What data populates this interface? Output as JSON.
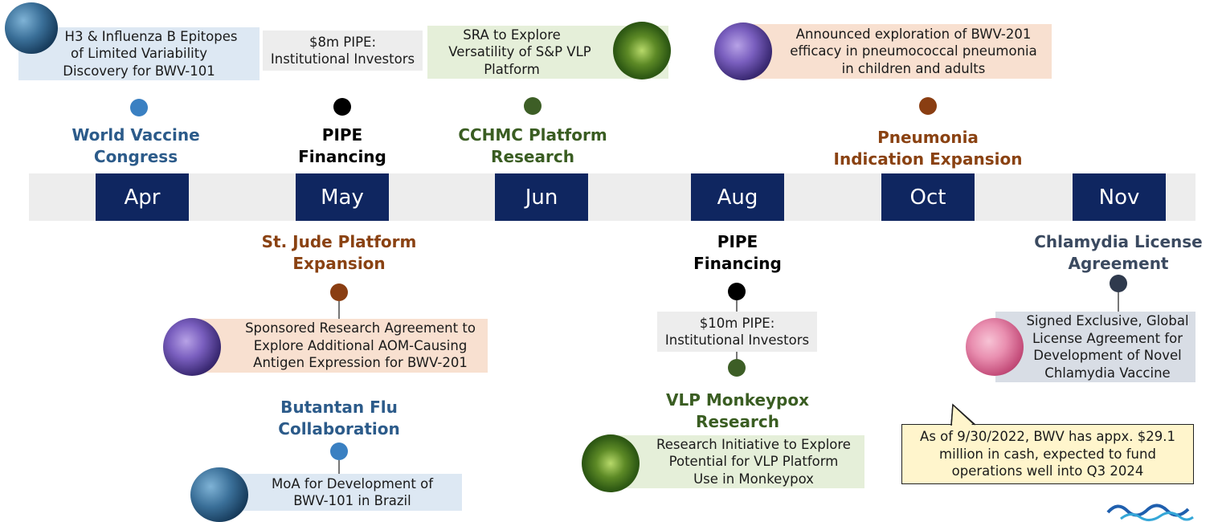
{
  "months": [
    "Apr",
    "May",
    "Jun",
    "Aug",
    "Oct",
    "Nov"
  ],
  "events": {
    "world_vaccine": {
      "title": [
        "World Vaccine",
        "Congress"
      ],
      "desc": [
        "H3 & Influenza B Epitopes",
        "of Limited Variability",
        "Discovery for BWV-101"
      ]
    },
    "pipe_may": {
      "title": [
        "PIPE",
        "Financing"
      ],
      "desc": [
        "$8m PIPE:",
        "Institutional Investors"
      ]
    },
    "cchmc": {
      "title": [
        "CCHMC Platform",
        "Research"
      ],
      "desc": [
        "SRA to Explore",
        "Versatility of S&P VLP",
        "Platform"
      ]
    },
    "pneumonia": {
      "title": [
        "Pneumonia",
        "Indication Expansion"
      ],
      "desc": [
        "Announced exploration of BWV-201",
        "efficacy in pneumococcal pneumonia",
        "in children and adults"
      ]
    },
    "st_jude": {
      "title": [
        "St. Jude Platform",
        "Expansion"
      ],
      "desc": [
        "Sponsored Research Agreement to",
        "Explore Additional AOM-Causing",
        "Antigen Expression for BWV-201"
      ]
    },
    "butantan": {
      "title": [
        "Butantan Flu",
        "Collaboration"
      ],
      "desc": [
        "MoA for Development of",
        "BWV-101 in Brazil"
      ]
    },
    "pipe_aug": {
      "title": [
        "PIPE",
        "Financing"
      ],
      "desc": [
        "$10m PIPE:",
        "Institutional Investors"
      ]
    },
    "monkeypox": {
      "title": [
        "VLP Monkeypox",
        "Research"
      ],
      "desc": [
        "Research Initiative to Explore",
        "Potential for VLP Platform",
        "Use in Monkeypox"
      ]
    },
    "chlamydia": {
      "title": [
        "Chlamydia License",
        "Agreement"
      ],
      "desc": [
        "Signed Exclusive, Global",
        "License Agreement for",
        "Development of Novel",
        "Chlamydia Vaccine"
      ]
    }
  },
  "callout": "As of 9/30/2022, BWV has appx. $29.1 million in cash, expected to fund operations well into Q3 2024",
  "colors": {
    "navy": "#0f2660",
    "blue": "#2c5b8a",
    "green": "#3a5d22",
    "brown": "#8a4212",
    "slate": "#3b4a60"
  },
  "icons": [
    "virus-icon",
    "bacteria-icon",
    "chlamydia-icon",
    "company-logo"
  ]
}
